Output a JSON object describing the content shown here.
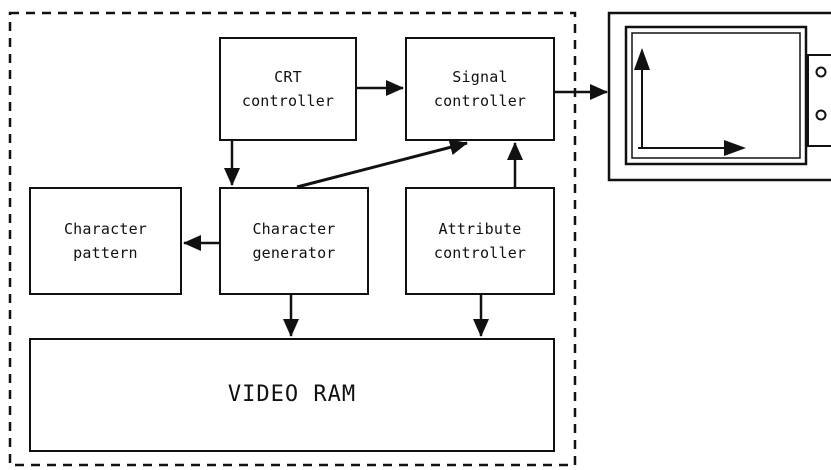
{
  "diagram": {
    "blocks": {
      "crt_controller": "CRT\ncontroller",
      "signal_controller": "Signal\ncontroller",
      "character_pattern": "Character\npattern",
      "character_generator": "Character\ngenerator",
      "attribute_controller": "Attribute\ncontroller",
      "video_ram": "VIDEO RAM"
    },
    "connections": [
      {
        "from": "crt_controller",
        "to": "signal_controller"
      },
      {
        "from": "crt_controller",
        "to": "character_generator"
      },
      {
        "from": "character_generator",
        "to": "signal_controller"
      },
      {
        "from": "attribute_controller",
        "to": "signal_controller"
      },
      {
        "from": "character_generator",
        "to": "character_pattern"
      },
      {
        "from": "character_generator",
        "to": "video_ram"
      },
      {
        "from": "attribute_controller",
        "to": "video_ram"
      },
      {
        "from": "signal_controller",
        "to": "monitor"
      }
    ]
  },
  "colors": {
    "line": "#111111",
    "background": "#ffffff"
  }
}
